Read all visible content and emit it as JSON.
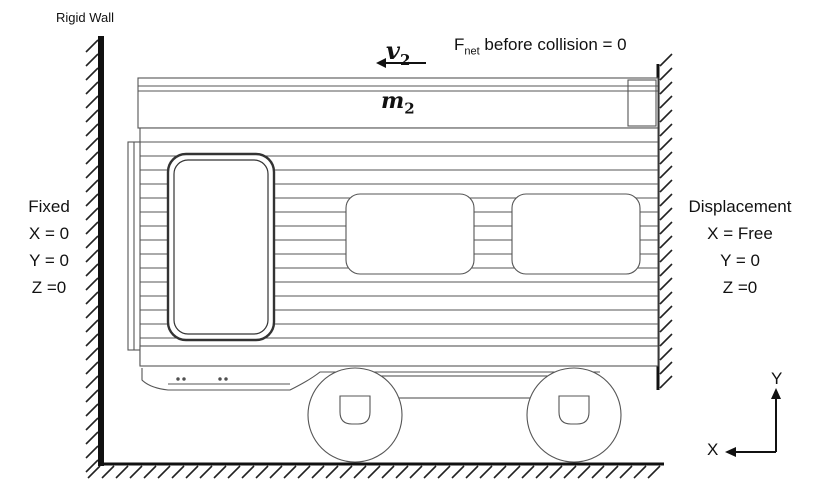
{
  "wall": {
    "title": "Rigid Wall"
  },
  "left_bc": {
    "title": "Fixed",
    "lines": [
      "X = 0",
      "Y = 0",
      "Z =0"
    ]
  },
  "right_bc": {
    "title": "Displacement",
    "lines": [
      "X = Free",
      "Y = 0",
      "Z =0"
    ]
  },
  "velocity": {
    "symbol": "v",
    "subscript": "2"
  },
  "mass": {
    "symbol": "m",
    "subscript": "2"
  },
  "fnet": {
    "prefix": "F",
    "subscript": "net",
    "text": " before collision = 0"
  },
  "axes": {
    "y": "Y",
    "x": "X"
  }
}
